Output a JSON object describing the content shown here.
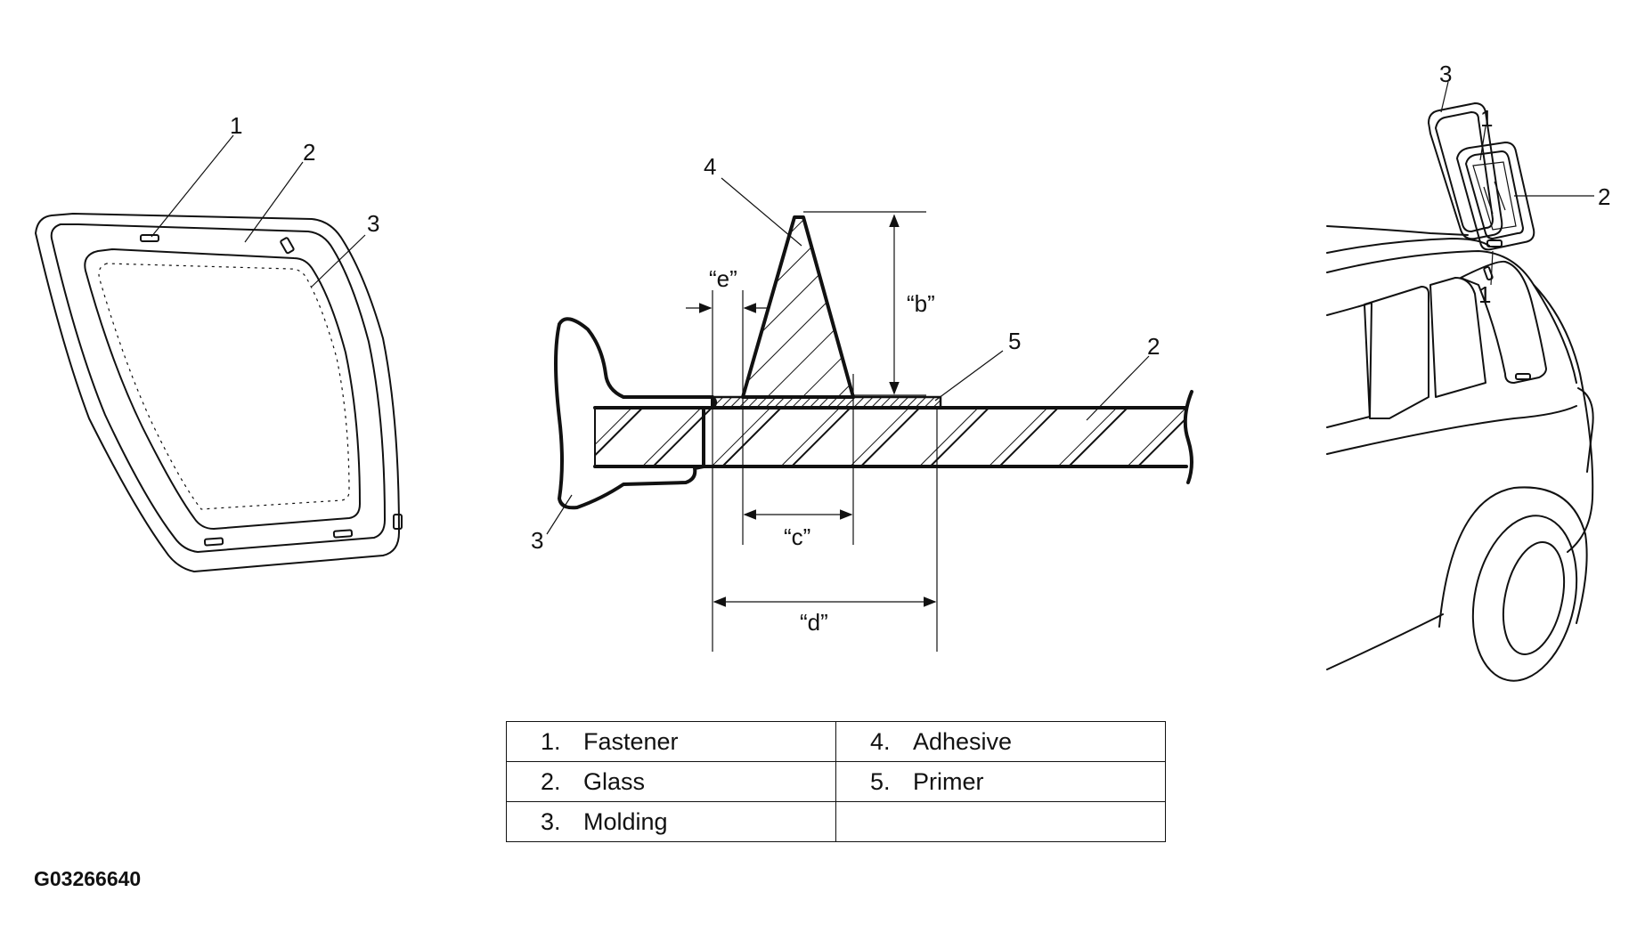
{
  "figure_id": "G03266640",
  "callouts": {
    "left": [
      "1",
      "2",
      "3"
    ],
    "center": [
      "4",
      "5",
      "2",
      "3"
    ],
    "right": [
      "3",
      "1",
      "2",
      "1"
    ]
  },
  "dimensions": [
    "“e”",
    "“b”",
    "“c”",
    "“d”"
  ],
  "legend": [
    {
      "num": "1.",
      "label": "Fastener"
    },
    {
      "num": "4.",
      "label": "Adhesive"
    },
    {
      "num": "2.",
      "label": "Glass"
    },
    {
      "num": "5.",
      "label": "Primer"
    },
    {
      "num": "3.",
      "label": "Molding"
    },
    {
      "num": "",
      "label": ""
    }
  ]
}
